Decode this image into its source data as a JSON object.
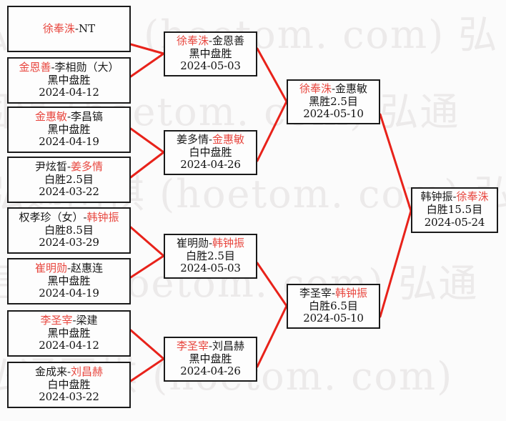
{
  "watermark": {
    "lines": [
      "弘通围棋 (hoetom. com) 弘",
      "通围棋 (hoetom. com) 弘通",
      "弘通围棋 (hoetom. com) 弘",
      "通围棋 (hoetom. com) 弘通",
      "弘通围棋 (hoetom. com)"
    ]
  },
  "colors": {
    "winner": "#e8473f",
    "loser": "#1a1a1a",
    "line": "#e8221a",
    "border": "#1a1a1a",
    "background": "#fbfbfb"
  },
  "rounds": [
    {
      "name": "round-1",
      "matches": [
        {
          "left": "徐奉洙",
          "right": "NT",
          "left_winner": true,
          "right_winner": false,
          "result": "",
          "date": ""
        },
        {
          "left": "金恩善",
          "right": "李相勋（大）",
          "left_winner": true,
          "right_winner": false,
          "result": "黑中盘胜",
          "date": "2024-04-12"
        },
        {
          "left": "金惠敏",
          "right": "李昌镐",
          "left_winner": true,
          "right_winner": false,
          "result": "黑中盘胜",
          "date": "2024-04-19"
        },
        {
          "left": "尹炫晳",
          "right": "姜多情",
          "left_winner": false,
          "right_winner": true,
          "result": "白胜2.5目",
          "date": "2024-03-22"
        },
        {
          "left": "权孝珍（女）",
          "right": "韩钟振",
          "left_winner": false,
          "right_winner": true,
          "result": "白胜8.5目",
          "date": "2024-03-29"
        },
        {
          "left": "崔明勋",
          "right": "赵惠连",
          "left_winner": true,
          "right_winner": false,
          "result": "黑中盘胜",
          "date": "2024-04-19"
        },
        {
          "left": "李圣宰",
          "right": "梁建",
          "left_winner": true,
          "right_winner": false,
          "result": "黑中盘胜",
          "date": "2024-04-12"
        },
        {
          "left": "金成来",
          "right": "刘昌赫",
          "left_winner": false,
          "right_winner": true,
          "result": "白中盘胜",
          "date": "2024-03-22"
        }
      ]
    },
    {
      "name": "round-2",
      "matches": [
        {
          "left": "徐奉洙",
          "right": "金恩善",
          "left_winner": true,
          "right_winner": false,
          "result": "黑中盘胜",
          "date": "2024-05-03"
        },
        {
          "left": "姜多情",
          "right": "金惠敏",
          "left_winner": false,
          "right_winner": true,
          "result": "白中盘胜",
          "date": "2024-04-26"
        },
        {
          "left": "崔明勋",
          "right": "韩钟振",
          "left_winner": false,
          "right_winner": true,
          "result": "白胜2.5目",
          "date": "2024-05-03"
        },
        {
          "left": "李圣宰",
          "right": "刘昌赫",
          "left_winner": true,
          "right_winner": false,
          "result": "黑中盘胜",
          "date": "2024-04-26"
        }
      ]
    },
    {
      "name": "semifinal",
      "matches": [
        {
          "left": "徐奉洙",
          "right": "金惠敏",
          "left_winner": true,
          "right_winner": false,
          "result": "黑胜2.5目",
          "date": "2024-05-10"
        },
        {
          "left": "李圣宰",
          "right": "韩钟振",
          "left_winner": false,
          "right_winner": true,
          "result": "白胜6.5目",
          "date": "2024-05-10"
        }
      ]
    },
    {
      "name": "final",
      "matches": [
        {
          "left": "韩钟振",
          "right": "徐奉洙",
          "left_winner": false,
          "right_winner": true,
          "result": "白胜15.5目",
          "date": "2024-05-24"
        }
      ]
    }
  ]
}
